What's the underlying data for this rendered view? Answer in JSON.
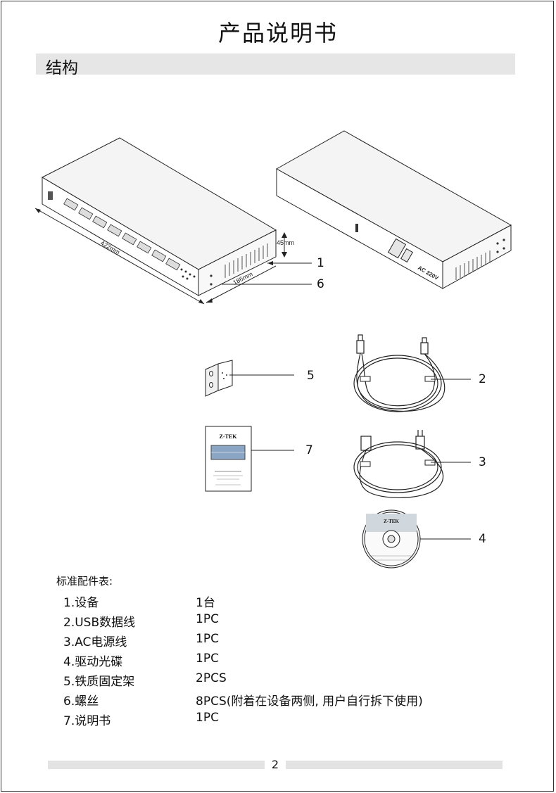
{
  "page": {
    "title": "产品说明书",
    "section_title": "结构",
    "page_number": "2"
  },
  "figure": {
    "dim_height": "45mm",
    "dim_length": "422mm",
    "dim_width": "186mm",
    "rear_label": "AC 220V",
    "manual_brand": "Z-TEK",
    "cd_brand": "Z-TEK",
    "callouts": [
      "1",
      "6",
      "5",
      "2",
      "7",
      "3",
      "4"
    ]
  },
  "accessories": {
    "heading": "标准配件表:",
    "items": [
      {
        "name": "1.设备",
        "qty": "1台"
      },
      {
        "name": "2.USB数据线",
        "qty": "1PC"
      },
      {
        "name": "3.AC电源线",
        "qty": "1PC"
      },
      {
        "name": "4.驱动光碟",
        "qty": "1PC"
      },
      {
        "name": "5.铁质固定架",
        "qty": "2PCS"
      },
      {
        "name": "6.螺丝",
        "qty": "8PCS(附着在设备两侧, 用户自行拆下使用)"
      },
      {
        "name": "7.说明书",
        "qty": "1PC"
      }
    ]
  }
}
